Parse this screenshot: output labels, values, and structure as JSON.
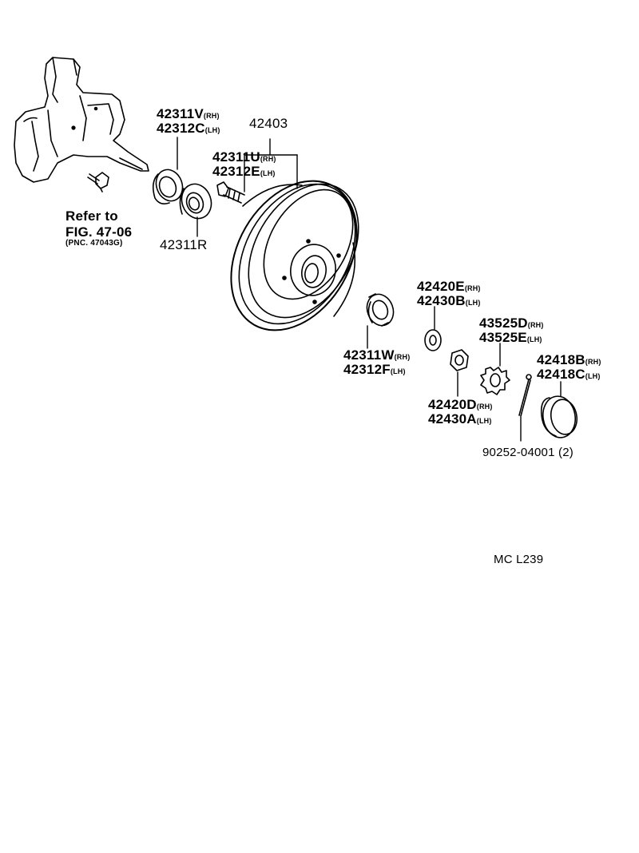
{
  "labels": {
    "p_42311V": {
      "num": "42311V",
      "side": "(RH)"
    },
    "p_42312C": {
      "num": "42312C",
      "side": "(LH)"
    },
    "p_42403": {
      "num": "42403"
    },
    "p_42311U": {
      "num": "42311U",
      "side": "(RH)"
    },
    "p_42312E": {
      "num": "42312E",
      "side": "(LH)"
    },
    "p_42311R": {
      "num": "42311R"
    },
    "refer": {
      "line1": "Refer to",
      "line2": "FIG. 47-06",
      "line3": "(PNC. 47043G)"
    },
    "p_42420E": {
      "num": "42420E",
      "side": "(RH)"
    },
    "p_42430B": {
      "num": "42430B",
      "side": "(LH)"
    },
    "p_43525D": {
      "num": "43525D",
      "side": "(RH)"
    },
    "p_43525E": {
      "num": "43525E",
      "side": "(LH)"
    },
    "p_42311W": {
      "num": "42311W",
      "side": "(RH)"
    },
    "p_42312F": {
      "num": "42312F",
      "side": "(LH)"
    },
    "p_42418B": {
      "num": "42418B",
      "side": "(RH)"
    },
    "p_42418C": {
      "num": "42418C",
      "side": "(LH)"
    },
    "p_42420D": {
      "num": "42420D",
      "side": "(RH)"
    },
    "p_42430A": {
      "num": "42430A",
      "side": "(LH)"
    },
    "p_90252": {
      "num": "90252-04001",
      "qty": "(2)"
    },
    "figure_code": "MC L239"
  }
}
